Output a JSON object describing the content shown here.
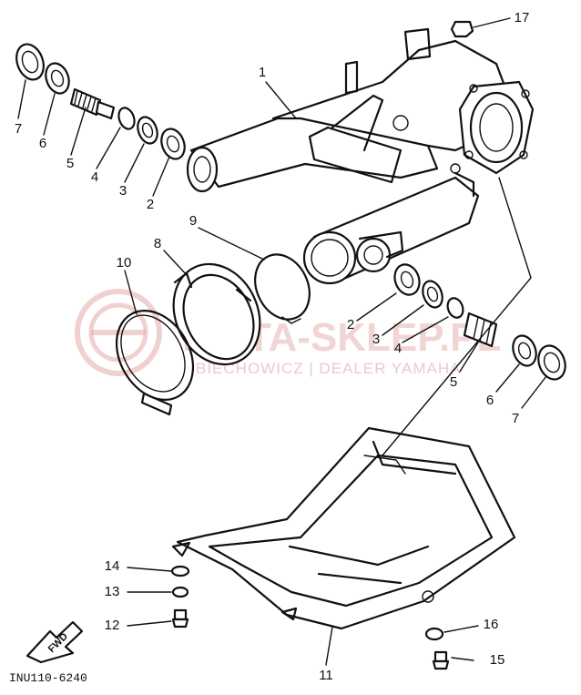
{
  "diagram_code": "INU110-6240",
  "front_marker": "FWD",
  "watermark": {
    "main": "MOTA-SKLEP.PL",
    "sub": "BIECHOWICZ | DEALER YAMAHA"
  },
  "callouts": {
    "c1": "1",
    "c2a": "2",
    "c3a": "3",
    "c4a": "4",
    "c5a": "5",
    "c6a": "6",
    "c7a": "7",
    "c2b": "2",
    "c3b": "3",
    "c4b": "4",
    "c5b": "5",
    "c6b": "6",
    "c7b": "7",
    "c8": "8",
    "c9": "9",
    "c10": "10",
    "c11": "11",
    "c12": "12",
    "c13": "13",
    "c14": "14",
    "c15": "15",
    "c16": "16",
    "c17": "17"
  },
  "colors": {
    "ink": "#111111",
    "watermark": "#e7b1b1"
  }
}
